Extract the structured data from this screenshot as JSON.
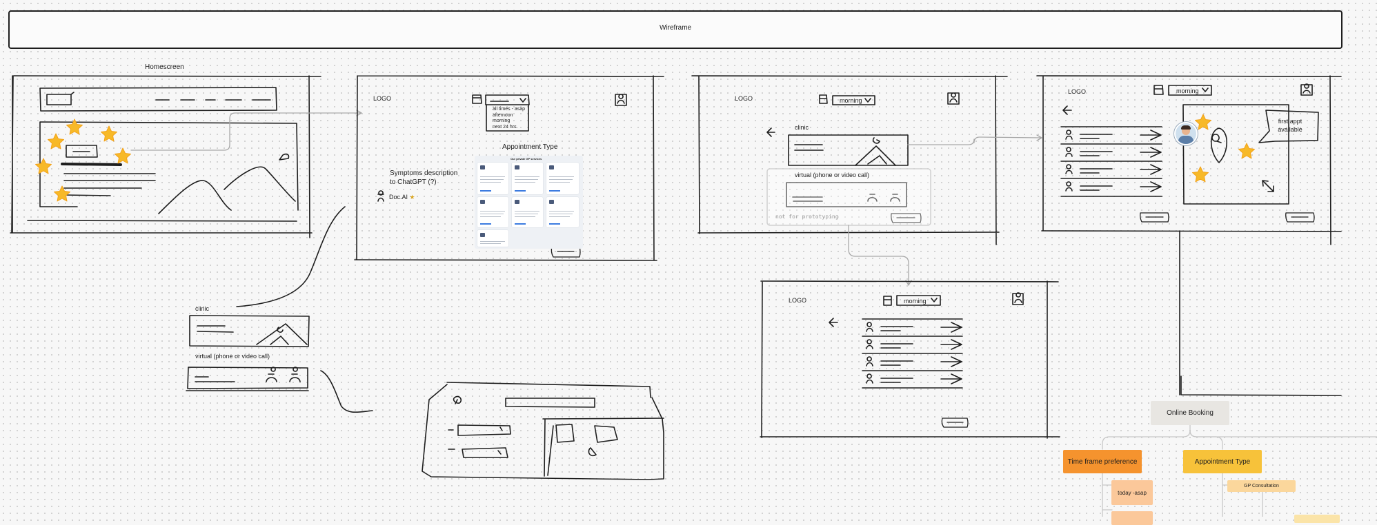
{
  "header": {
    "title": "Wireframe"
  },
  "homescreen": {
    "label": "Homescreen"
  },
  "screen_symptoms": {
    "logo": "LOGO",
    "dropdown_options": [
      "all times - asap",
      "afternoon",
      "morning",
      "next 24 hrs."
    ],
    "symptoms_line1": "Symptoms description",
    "symptoms_line2": "to ChatGPT (?)",
    "doc_ai": "Doc.AI",
    "appointment_title": "Appointment Type",
    "services_title": "Our private GP services"
  },
  "screen_clinic_choice": {
    "logo": "LOGO",
    "time_select": "morning",
    "clinic_label": "clinic",
    "virtual_label": "virtual (phone or video call)",
    "note": "not for prototyping"
  },
  "screen_map": {
    "logo": "LOGO",
    "time_select": "morning",
    "callout": "first appt available"
  },
  "screen_virtual_list": {
    "logo": "LOGO",
    "time_select": "morning"
  },
  "loose_sketch": {
    "clinic_label": "clinic",
    "virtual_label": "virtual (phone or video call)"
  },
  "flow": {
    "root": "Online Booking",
    "branches": [
      {
        "label": "Time frame preference",
        "color": "#f5932e",
        "children": [
          "today -asap"
        ]
      },
      {
        "label": "Appointment Type",
        "color": "#f7c23a",
        "children": [
          "GP Consultation"
        ]
      }
    ]
  },
  "colors": {
    "ink": "#1e1e1e",
    "star": "#f7b928",
    "connector": "#a8a8a8"
  }
}
